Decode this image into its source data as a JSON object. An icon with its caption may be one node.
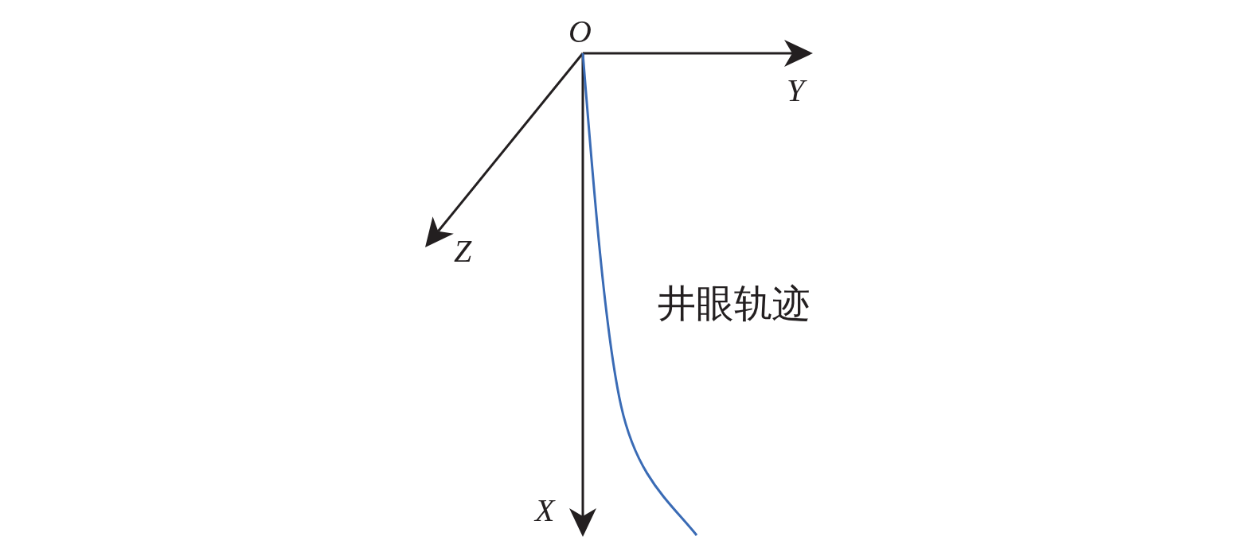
{
  "diagram": {
    "labels": [
      "O",
      "Y",
      "Z",
      "X",
      "井眼轨迹"
    ]
  }
}
